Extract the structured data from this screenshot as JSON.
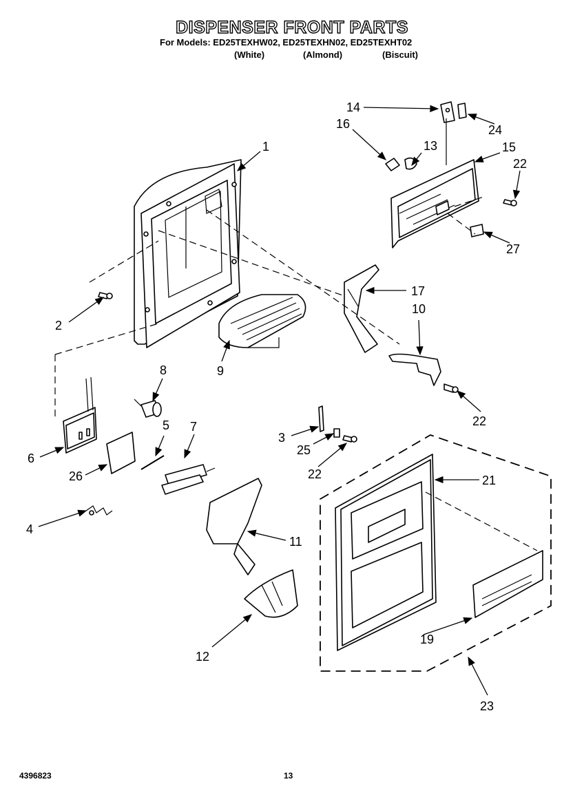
{
  "header": {
    "title": "DISPENSER FRONT PARTS",
    "models_line": "For Models: ED25TEXHW02, ED25TEXHN02, ED25TEXHT02",
    "finishes": [
      "(White)",
      "(Almond)",
      "(Biscuit)"
    ]
  },
  "footer": {
    "doc_number": "4396823",
    "page_number": "13"
  },
  "callouts": {
    "c1": "1",
    "c2": "2",
    "c3": "3",
    "c4": "4",
    "c5": "5",
    "c6": "6",
    "c7": "7",
    "c8": "8",
    "c9": "9",
    "c10": "10",
    "c11": "11",
    "c12": "12",
    "c13": "13",
    "c14": "14",
    "c15": "15",
    "c16": "16",
    "c17": "17",
    "c19": "19",
    "c21": "21",
    "c22a": "22",
    "c22b": "22",
    "c22c": "22",
    "c23": "23",
    "c24": "24",
    "c25": "25",
    "c26": "26",
    "c27": "27"
  }
}
